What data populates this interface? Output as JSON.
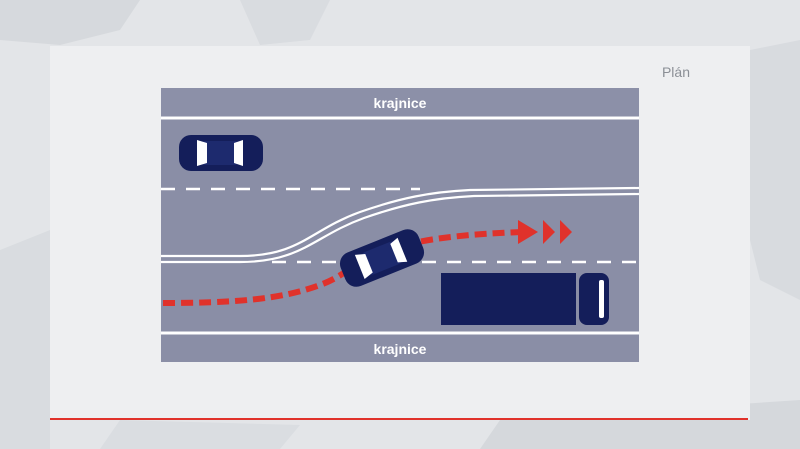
{
  "header": {
    "plan_label": "Plán"
  },
  "road": {
    "top_shoulder_label": "krajnice",
    "bottom_shoulder_label": "krajnice"
  },
  "colors": {
    "road": "#8a8ea6",
    "shoulder": "#8a8ea6",
    "vehicles": "#141e5a",
    "path": "#e0322b",
    "accent_line": "#e0322b"
  }
}
